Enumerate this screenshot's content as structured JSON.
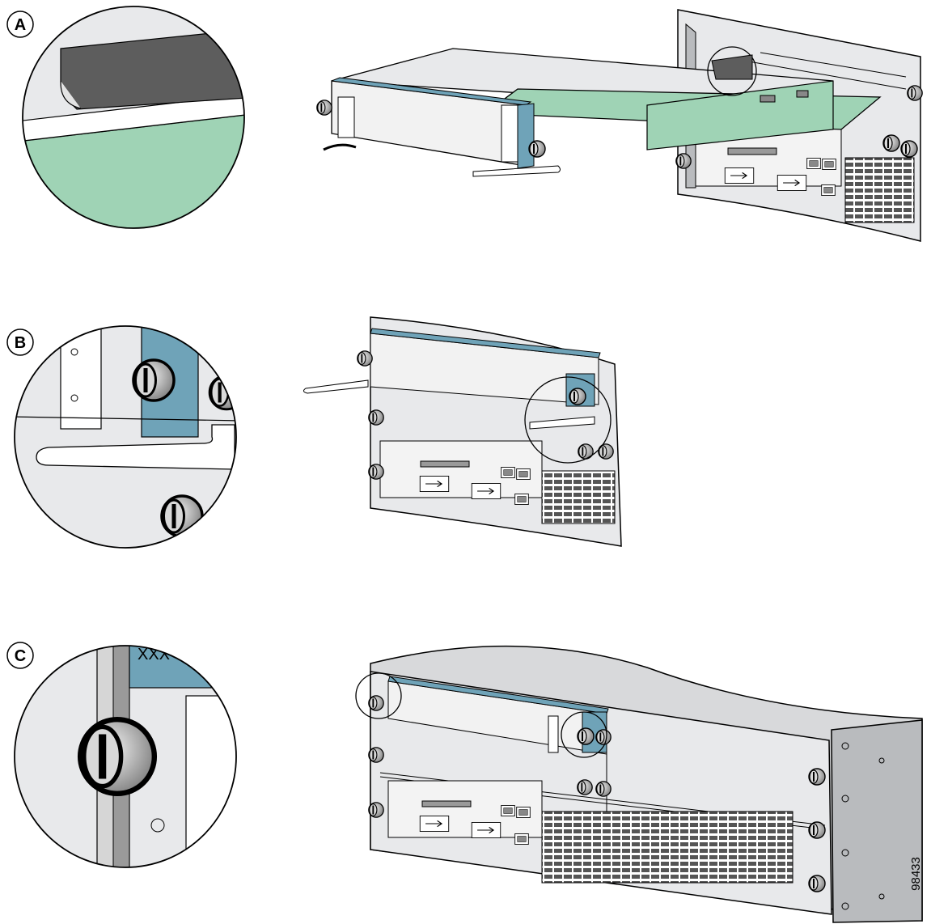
{
  "figure": {
    "steps": [
      {
        "callout": "A"
      },
      {
        "callout": "B"
      },
      {
        "callout": "C"
      }
    ],
    "module_label": "XXX",
    "figure_id": "98433"
  },
  "colors": {
    "chassis_gray": "#e8e9eb",
    "chassis_dark": "#b9bbbe",
    "faceplate_blue": "#6fa3b8",
    "board_green": "#9fd3b5",
    "ink": "#000000",
    "tape_dark": "#5d5d5d"
  },
  "icons": [
    "captive-screw-icon",
    "ethernet-port-icon",
    "compact-flash-slot-icon",
    "vent-grille-icon"
  ]
}
